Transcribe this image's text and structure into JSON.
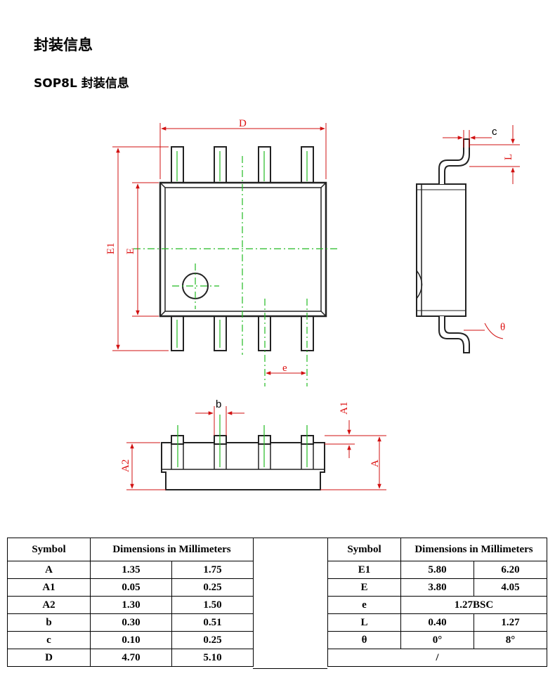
{
  "page": {
    "title": "封装信息",
    "subtitle": "SOP8L 封装信息"
  },
  "drawing_labels": {
    "D": "D",
    "E1": "E1",
    "E": "E",
    "e": "e",
    "c": "c",
    "L": "L",
    "theta": "θ",
    "b": "b",
    "A1": "A1",
    "A2": "A2",
    "A": "A"
  },
  "colors": {
    "dimension_line": "#d11111",
    "center_line": "#22bb22",
    "outline": "#222222"
  },
  "table_left": {
    "header_symbol": "Symbol",
    "header_dims": "Dimensions in Millimeters",
    "rows": [
      {
        "symbol": "A",
        "min": "1.35",
        "max": "1.75"
      },
      {
        "symbol": "A1",
        "min": "0.05",
        "max": "0.25"
      },
      {
        "symbol": "A2",
        "min": "1.30",
        "max": "1.50"
      },
      {
        "symbol": "b",
        "min": "0.30",
        "max": "0.51"
      },
      {
        "symbol": "c",
        "min": "0.10",
        "max": "0.25"
      },
      {
        "symbol": "D",
        "min": "4.70",
        "max": "5.10"
      }
    ]
  },
  "table_right": {
    "header_symbol": "Symbol",
    "header_dims": "Dimensions in Millimeters",
    "rows": [
      {
        "symbol": "E1",
        "min": "5.80",
        "max": "6.20"
      },
      {
        "symbol": "E",
        "min": "3.80",
        "max": "4.05"
      },
      {
        "symbol": "e",
        "span": "1.27BSC"
      },
      {
        "symbol": "L",
        "min": "0.40",
        "max": "1.27"
      },
      {
        "symbol": "θ",
        "min": "0°",
        "max": "8°"
      }
    ],
    "footer": "/"
  }
}
